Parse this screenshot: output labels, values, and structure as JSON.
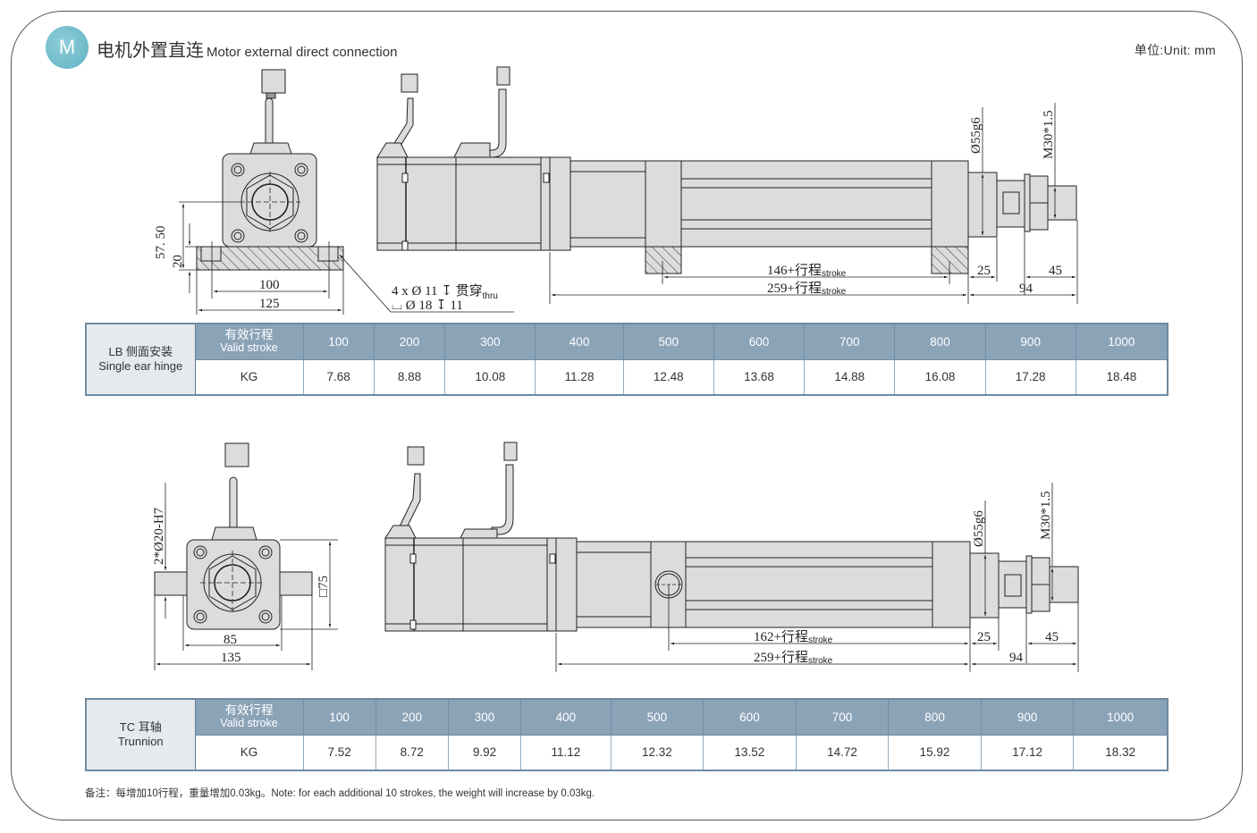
{
  "header": {
    "badge_letter": "M",
    "title_zh": "电机外置直连",
    "title_en": "Motor external direct connection",
    "unit": "单位:Unit: mm"
  },
  "colors": {
    "badge": "#6cbccb",
    "table_header": "#8ba3b7",
    "table_type_cell": "#e6e9ed",
    "table_border": "#6d8aa3",
    "part_fill": "#dcdcdc"
  },
  "drawing_lb": {
    "end_view_dims": {
      "height_total": "57. 50",
      "height_base": "20",
      "hole_spacing": "100",
      "base_width": "125"
    },
    "hole_callout": {
      "line1_prefix": "4  x  Ø  11  ↧  贯穿",
      "line1_sub": "thru",
      "line2": "⌴  Ø  18  ↧  11"
    },
    "side_view_dims": {
      "rod_dia": "Ø55g6",
      "thread": "M30*1.5",
      "dim_a": "146+行程",
      "dim_a_sub": "stroke",
      "dim_b": "259+行程",
      "dim_b_sub": "stroke",
      "d25": "25",
      "d45": "45",
      "d94": "94"
    }
  },
  "drawing_tc": {
    "end_view_dims": {
      "trunnion_dia": "2*Ø20-H7",
      "square": "□75",
      "width_inner": "85",
      "width_total": "135"
    },
    "side_view_dims": {
      "rod_dia": "Ø55g6",
      "thread": "M30*1.5",
      "dim_a": "162+行程",
      "dim_a_sub": "stroke",
      "dim_b": "259+行程",
      "dim_b_sub": "stroke",
      "d25": "25",
      "d45": "45",
      "d94": "94"
    }
  },
  "tables": [
    {
      "type_zh": "LB  侧面安装",
      "type_en": "Single ear hinge",
      "stroke_label_zh": "有效行程",
      "stroke_label_en": "Valid stroke",
      "weight_label": "KG",
      "strokes": [
        "100",
        "200",
        "300",
        "400",
        "500",
        "600",
        "700",
        "800",
        "900",
        "1000"
      ],
      "weights": [
        "7.68",
        "8.88",
        "10.08",
        "11.28",
        "12.48",
        "13.68",
        "14.88",
        "16.08",
        "17.28",
        "18.48"
      ]
    },
    {
      "type_zh": "TC  耳轴",
      "type_en": "Trunnion",
      "stroke_label_zh": "有效行程",
      "stroke_label_en": "Valid stroke",
      "weight_label": "KG",
      "strokes": [
        "100",
        "200",
        "300",
        "400",
        "500",
        "600",
        "700",
        "800",
        "900",
        "1000"
      ],
      "weights": [
        "7.52",
        "8.72",
        "9.92",
        "11.12",
        "12.32",
        "13.52",
        "14.72",
        "15.92",
        "17.12",
        "18.32"
      ]
    }
  ],
  "note": "备注：每增加10行程，重量增加0.03kg。Note: for each additional 10 strokes, the weight will increase by 0.03kg."
}
